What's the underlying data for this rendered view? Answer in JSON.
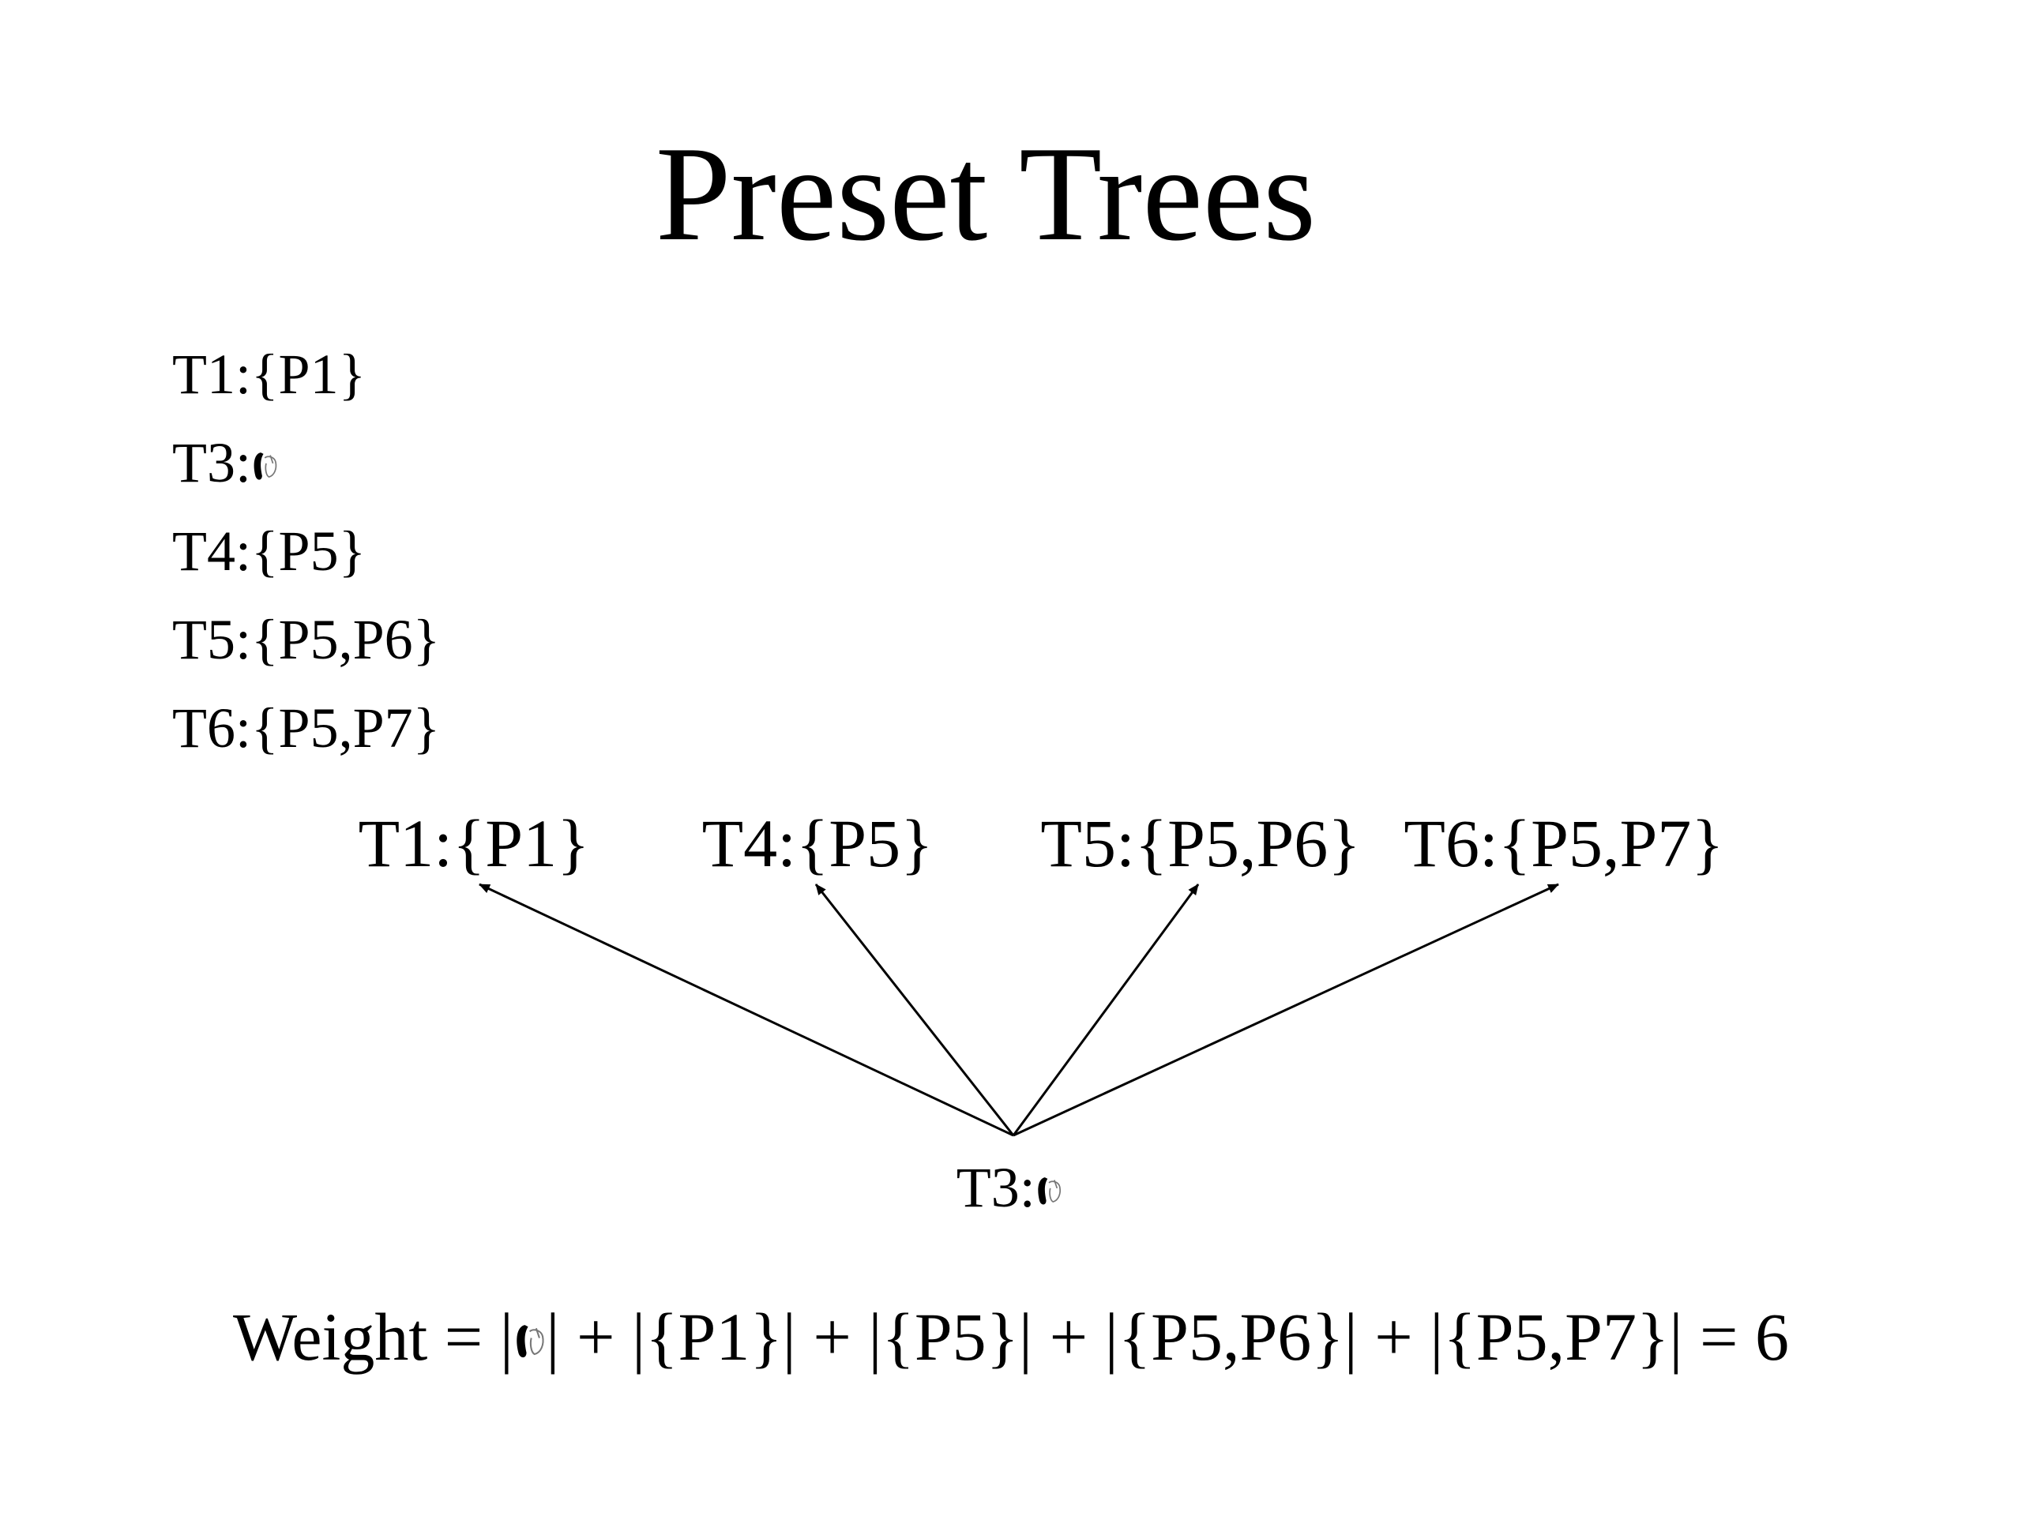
{
  "title": "Preset Trees",
  "sets": [
    {
      "label": "T1:{P1}"
    },
    {
      "label": "T3:",
      "empty_set": true
    },
    {
      "label": "T4:{P5}"
    },
    {
      "label": "T5:{P5,P6}"
    },
    {
      "label": "T6:{P5,P7}"
    }
  ],
  "tree": {
    "children": [
      {
        "label": "T1:{P1}"
      },
      {
        "label": "T4:{P5}"
      },
      {
        "label": "T5:{P5,P6}"
      },
      {
        "label": "T6:{P5,P7}"
      }
    ],
    "root": {
      "label": "T3:",
      "empty_set": true
    }
  },
  "weight": {
    "prefix": "Weight = |",
    "suffix": "| + |{P1}| + |{P5}| + |{P5,P6}| + |{P5,P7}| = 6"
  },
  "colors": {
    "text": "#000000",
    "background": "#ffffff"
  }
}
